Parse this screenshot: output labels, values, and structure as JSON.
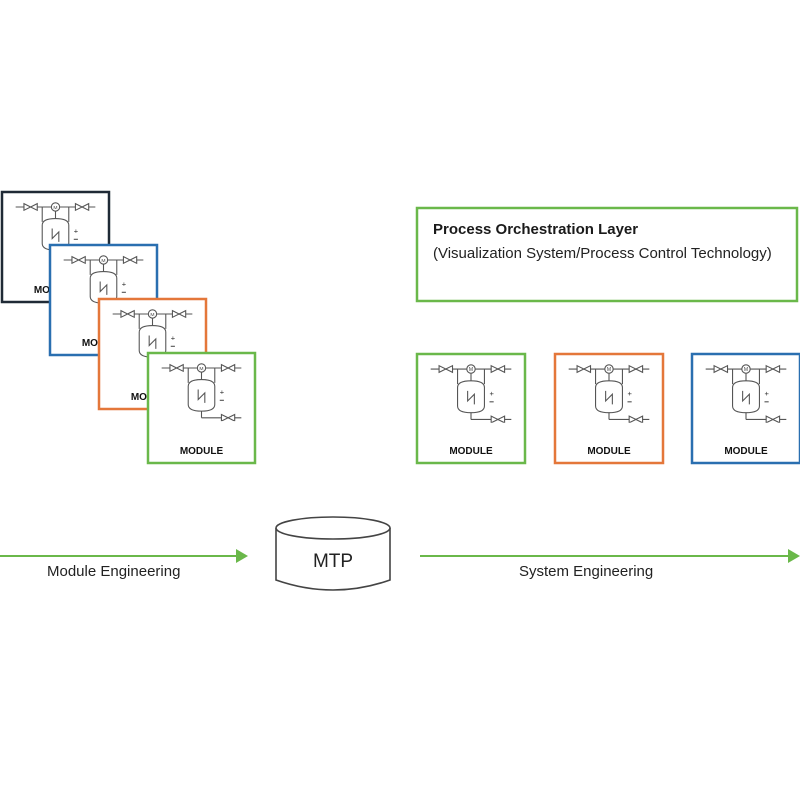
{
  "colors": {
    "green": "#6ab84a",
    "blue": "#2a6fb0",
    "orange": "#e4773a",
    "dark": "#1f2a36",
    "text": "#222222"
  },
  "orchestration": {
    "title": "Process Orchestration Layer",
    "subtitle": "(Visualization System/Process Control Technology)"
  },
  "mtp": {
    "label": "MTP"
  },
  "flows": {
    "left": "Module Engineering",
    "right": "System Engineering"
  },
  "module_label": "MODULE",
  "left_stack": [
    {
      "id": "dark",
      "color": "dark"
    },
    {
      "id": "blue",
      "color": "blue"
    },
    {
      "id": "orange",
      "color": "orange"
    },
    {
      "id": "green",
      "color": "green"
    }
  ],
  "right_row": [
    {
      "id": "green",
      "color": "green"
    },
    {
      "id": "orange",
      "color": "orange"
    },
    {
      "id": "blue",
      "color": "blue"
    }
  ]
}
